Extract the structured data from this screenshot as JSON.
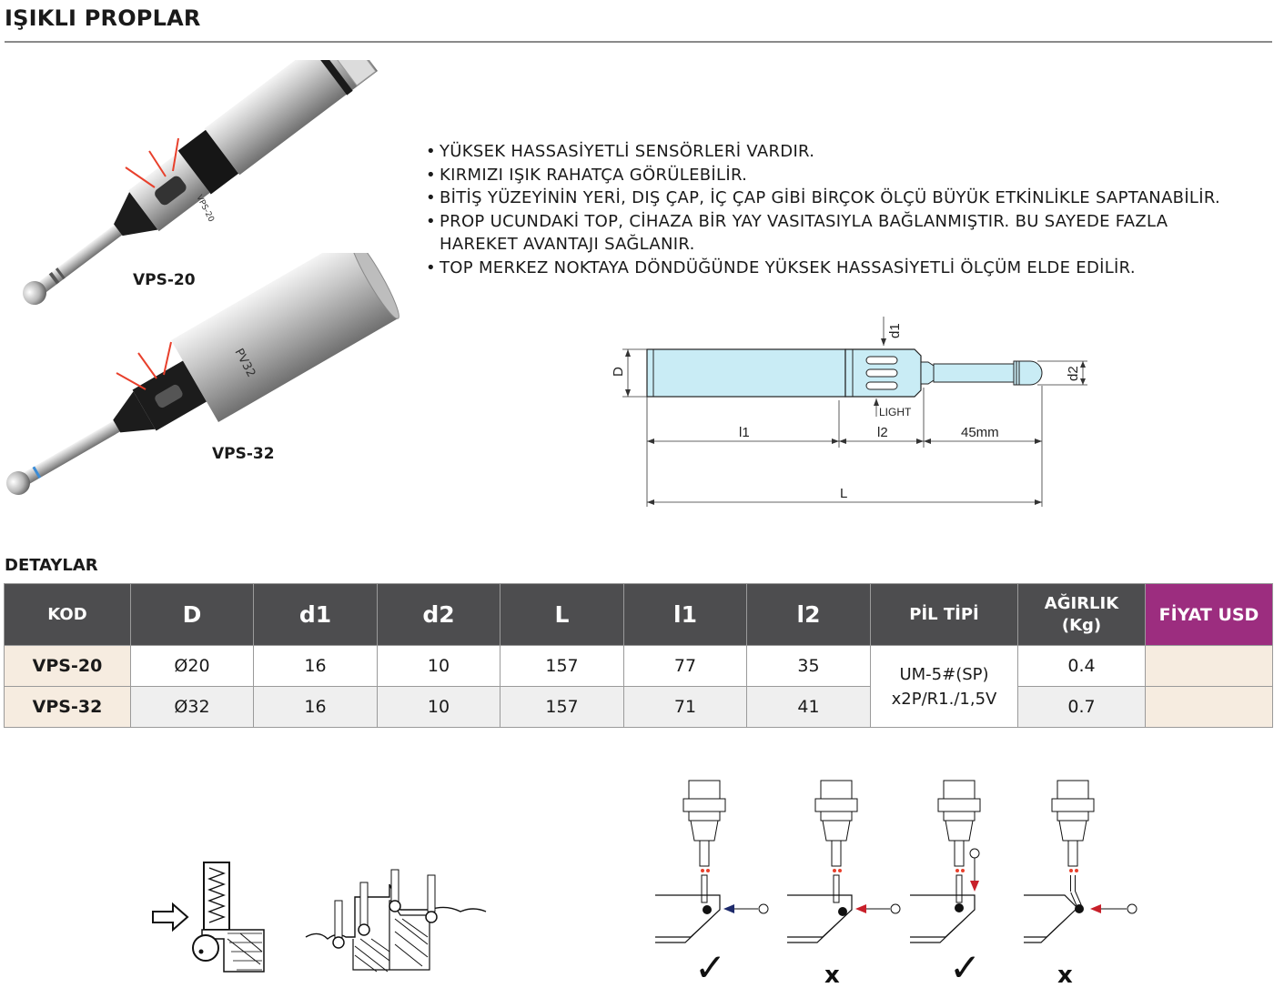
{
  "page": {
    "title": "IŞIKLI PROPLAR"
  },
  "features": [
    "YÜKSEK HASSASİYETLİ SENSÖRLERİ VARDIR.",
    "KIRMIZI IŞIK RAHATÇA GÖRÜLEBİLİR.",
    "BİTİŞ YÜZEYİNİN YERİ, DIŞ ÇAP, İÇ ÇAP GİBİ BİRÇOK ÖLÇÜ BÜYÜK ETKİNLİKLE SAPTANABİLİR.",
    "PROP UCUNDAKİ TOP, CİHAZA BİR YAY VASITASIYLA BAĞLANMIŞTIR. BU SAYEDE FAZLA HAREKET AVANTAJI SAĞLANIR.",
    "TOP MERKEZ NOKTAYA DÖNDÜĞÜNDE YÜKSEK HASSASİYETLİ ÖLÇÜM ELDE EDİLİR."
  ],
  "products": {
    "vps20_label": "VPS-20",
    "vps32_label": "VPS-32",
    "vps20_body_mark": "VPS-20",
    "vps32_body_mark": "PV32"
  },
  "drawing": {
    "D": "D",
    "d1": "d1",
    "d2": "d2",
    "light": "LIGHT",
    "l1": "l1",
    "l2": "l2",
    "tip_length": "45mm",
    "L": "L"
  },
  "details": {
    "section_title": "DETAYLAR",
    "headers": {
      "code": "KOD",
      "D": "D",
      "d1": "d1",
      "d2": "d2",
      "L": "L",
      "l1": "l1",
      "l2": "l2",
      "battery": "PİL TİPİ",
      "weight_line1": "AĞIRLIK",
      "weight_line2": "(Kg)",
      "price": "FİYAT USD"
    },
    "rows": [
      {
        "code": "VPS-20",
        "D": "Ø20",
        "d1": "16",
        "d2": "10",
        "L": "157",
        "l1": "77",
        "l2": "35",
        "weight": "0.4",
        "price": ""
      },
      {
        "code": "VPS-32",
        "D": "Ø32",
        "d1": "16",
        "d2": "10",
        "L": "157",
        "l1": "71",
        "l2": "41",
        "weight": "0.7",
        "price": ""
      }
    ],
    "battery_line1": "UM-5#(SP)",
    "battery_line2": "x2P/R1./1,5V"
  },
  "usage": {
    "marks": [
      "✓",
      "x",
      "✓",
      "x"
    ]
  },
  "colors": {
    "header_bg": "#4d4d4f",
    "price_header_bg": "#9c2d7f",
    "code_cell_bg": "#f6ece0",
    "drawing_body": "#c9ecf5",
    "light_red": "#e8402c",
    "arrow_blue": "#1d2a6b",
    "arrow_red": "#c8202a"
  }
}
